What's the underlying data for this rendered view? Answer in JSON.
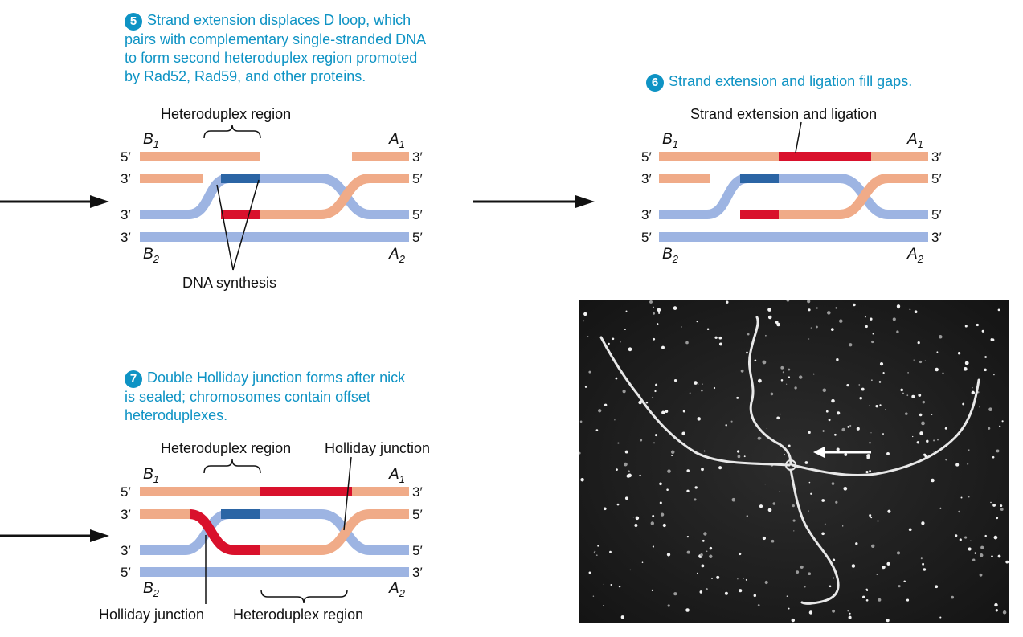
{
  "step5": {
    "number": "5",
    "caption_lines": [
      "Strand extension displaces D loop, which",
      "pairs with complementary single-stranded DNA",
      "to form second heteroduplex region promoted",
      "by Rad52, Rad59, and other proteins."
    ],
    "heteroduplex_label": "Heteroduplex region",
    "synthesis_label": "DNA synthesis"
  },
  "step6": {
    "number": "6",
    "caption": "Strand extension and ligation fill gaps.",
    "extension_label": "Strand extension and ligation"
  },
  "step7": {
    "number": "7",
    "caption_lines": [
      "Double Holliday junction forms after nick",
      "is sealed; chromosomes contain offset",
      "heteroduplexes."
    ],
    "heteroduplex_label_top": "Heteroduplex region",
    "holliday_label_top": "Holliday junction",
    "holliday_label_bottom": "Holliday junction",
    "heteroduplex_label_bottom": "Heteroduplex region"
  },
  "strands": {
    "B1": {
      "letter": "B",
      "sub": "1"
    },
    "A1": {
      "letter": "A",
      "sub": "1"
    },
    "B2": {
      "letter": "B",
      "sub": "2"
    },
    "A2": {
      "letter": "A",
      "sub": "2"
    }
  },
  "ends": {
    "five": "5′",
    "three": "3′"
  },
  "colors": {
    "salmon": "#f0ab88",
    "lavender": "#9db4e2",
    "red": "#d9112c",
    "darkblue": "#2b65a5",
    "caption": "#0e93c4"
  },
  "micrograph": {
    "description_icon": "electron-micrograph-double-holliday-junction",
    "arrow_icon": "white-arrow-icon"
  }
}
